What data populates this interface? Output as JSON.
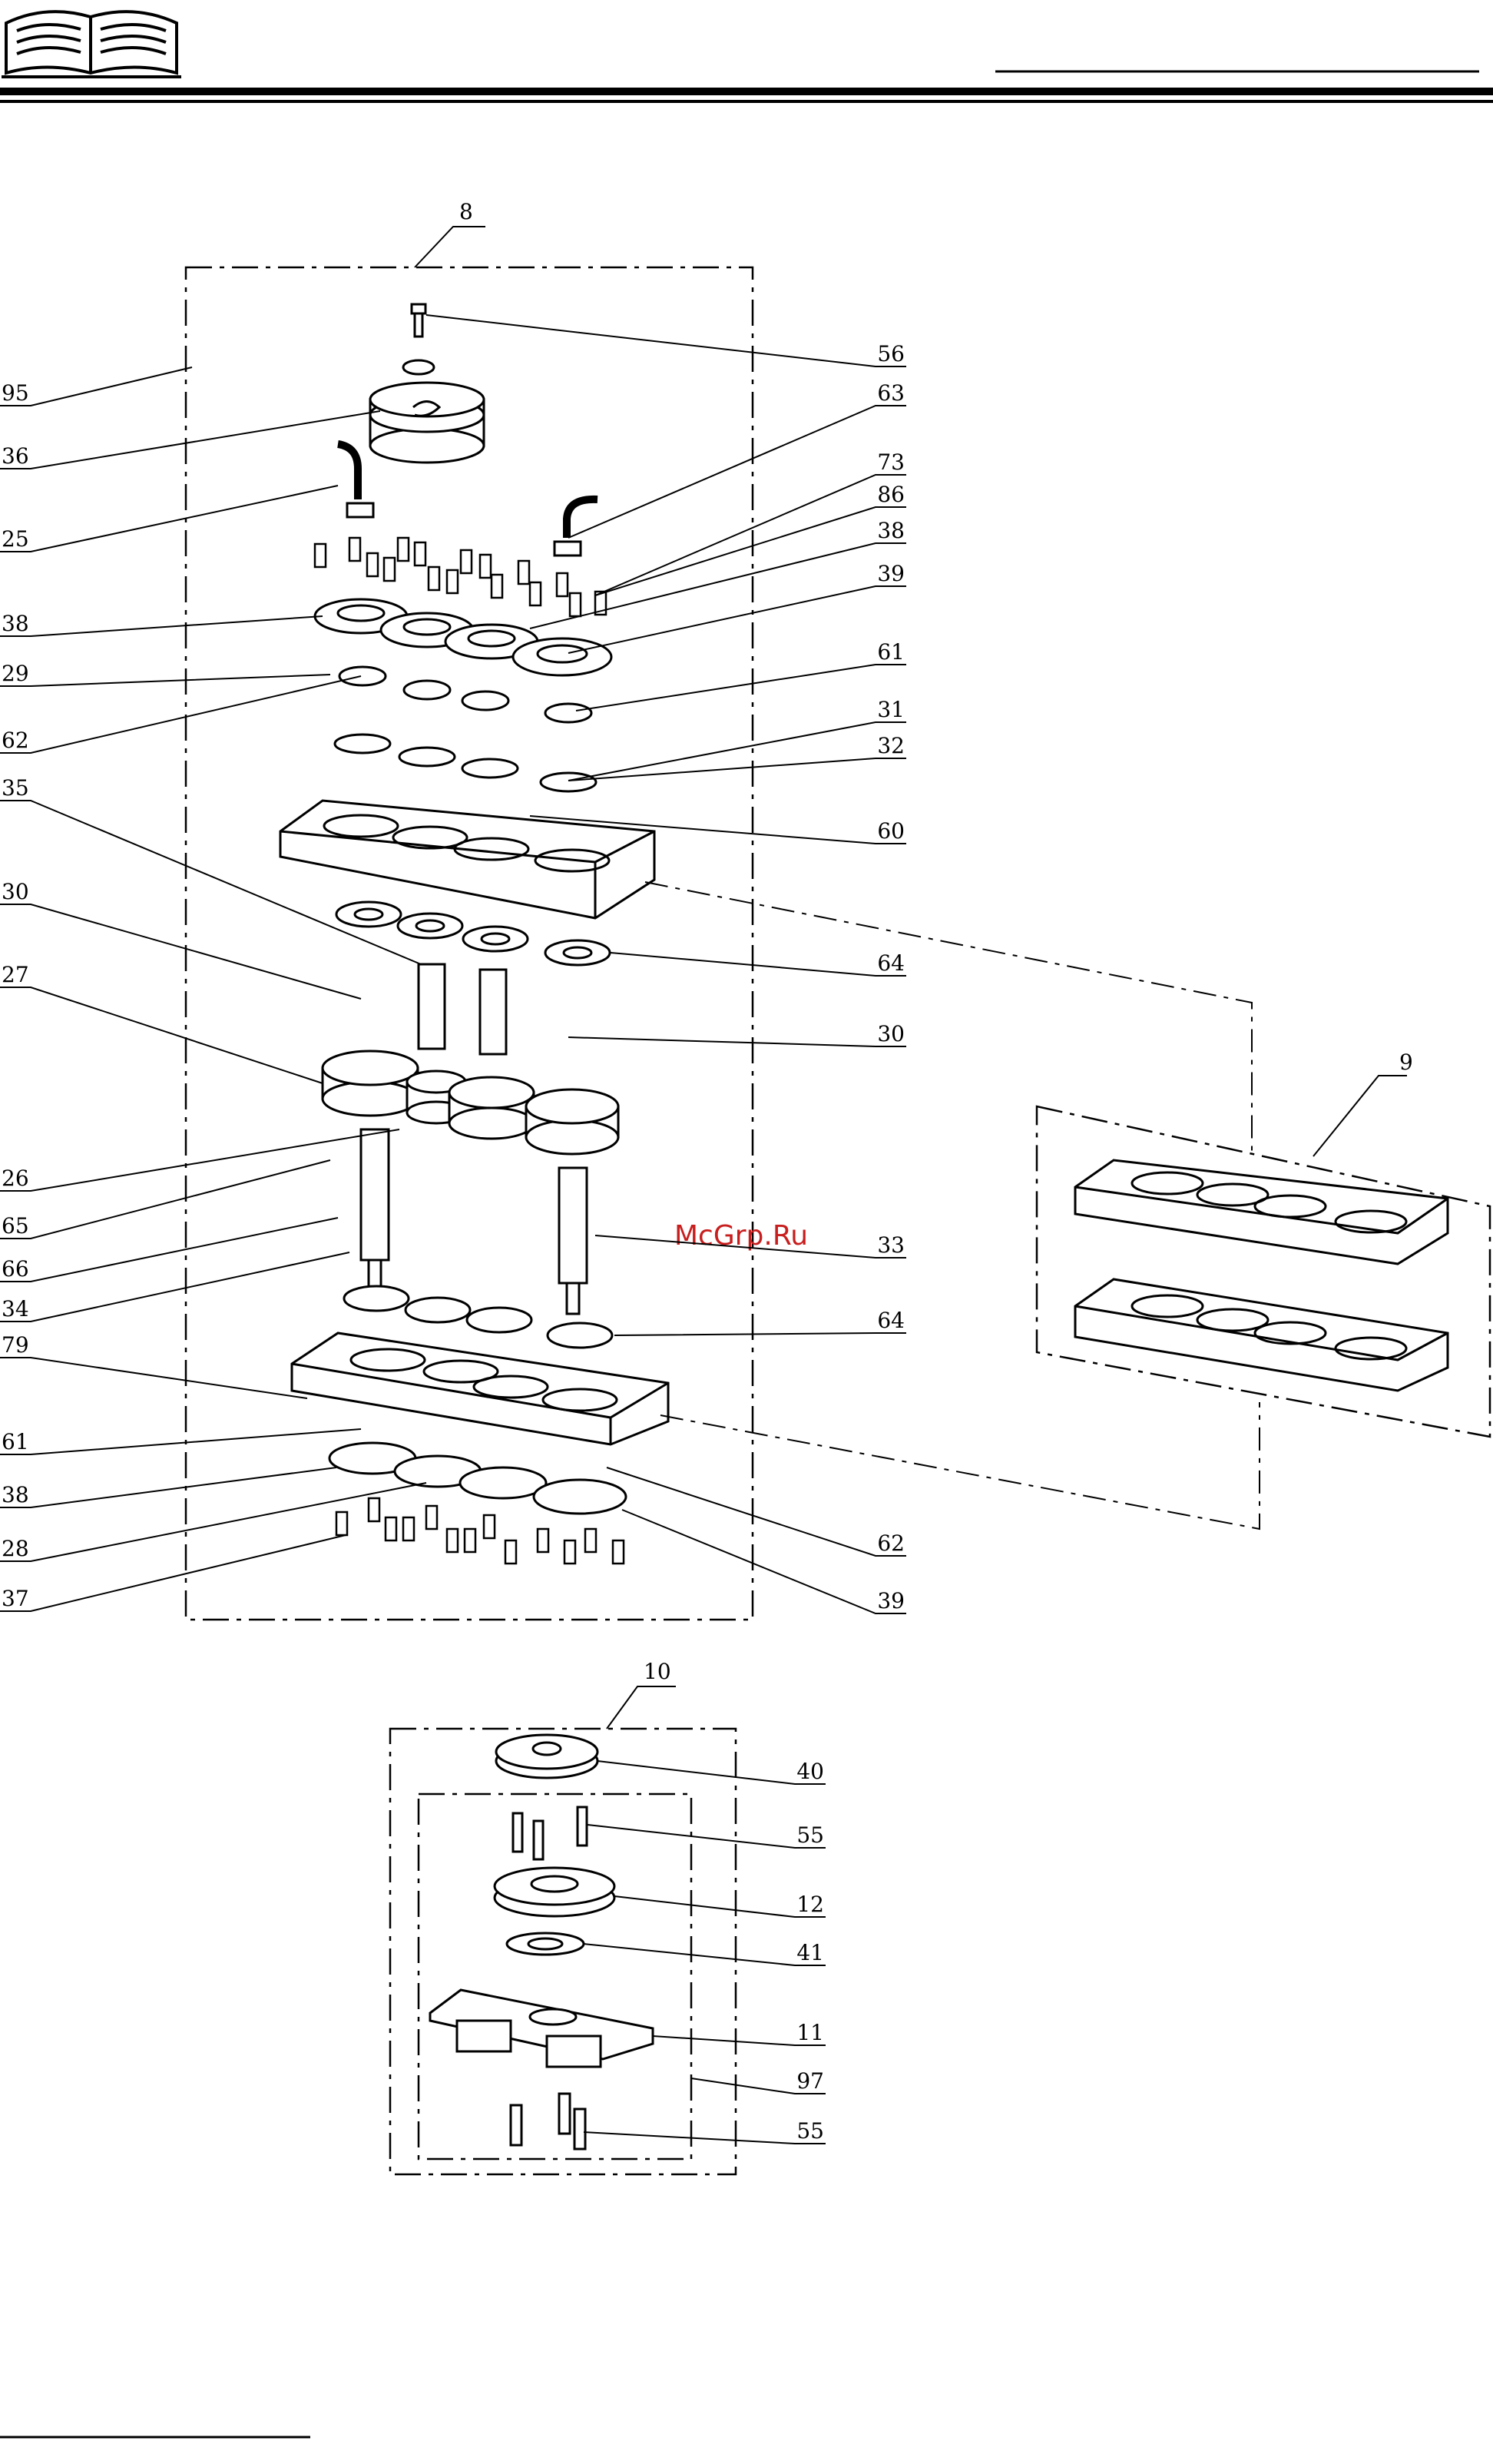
{
  "header": {
    "logo_icon": "open-book-icon"
  },
  "watermark": {
    "text": "McGrp.Ru",
    "color": "#c81e1e"
  },
  "assemblies": {
    "a8": "8",
    "a9": "9",
    "a10": "10",
    "a97": "97"
  },
  "callouts": {
    "left": [
      "95",
      "36",
      "25",
      "38",
      "29",
      "62",
      "35",
      "30",
      "27",
      "26",
      "65",
      "66",
      "34",
      "79",
      "61",
      "38",
      "28",
      "37"
    ],
    "right": [
      "56",
      "63",
      "73",
      "86",
      "38",
      "39",
      "61",
      "31",
      "32",
      "60",
      "64",
      "30",
      "33",
      "64",
      "62",
      "39"
    ],
    "lower": [
      "40",
      "55",
      "12",
      "41",
      "11",
      "55"
    ]
  }
}
